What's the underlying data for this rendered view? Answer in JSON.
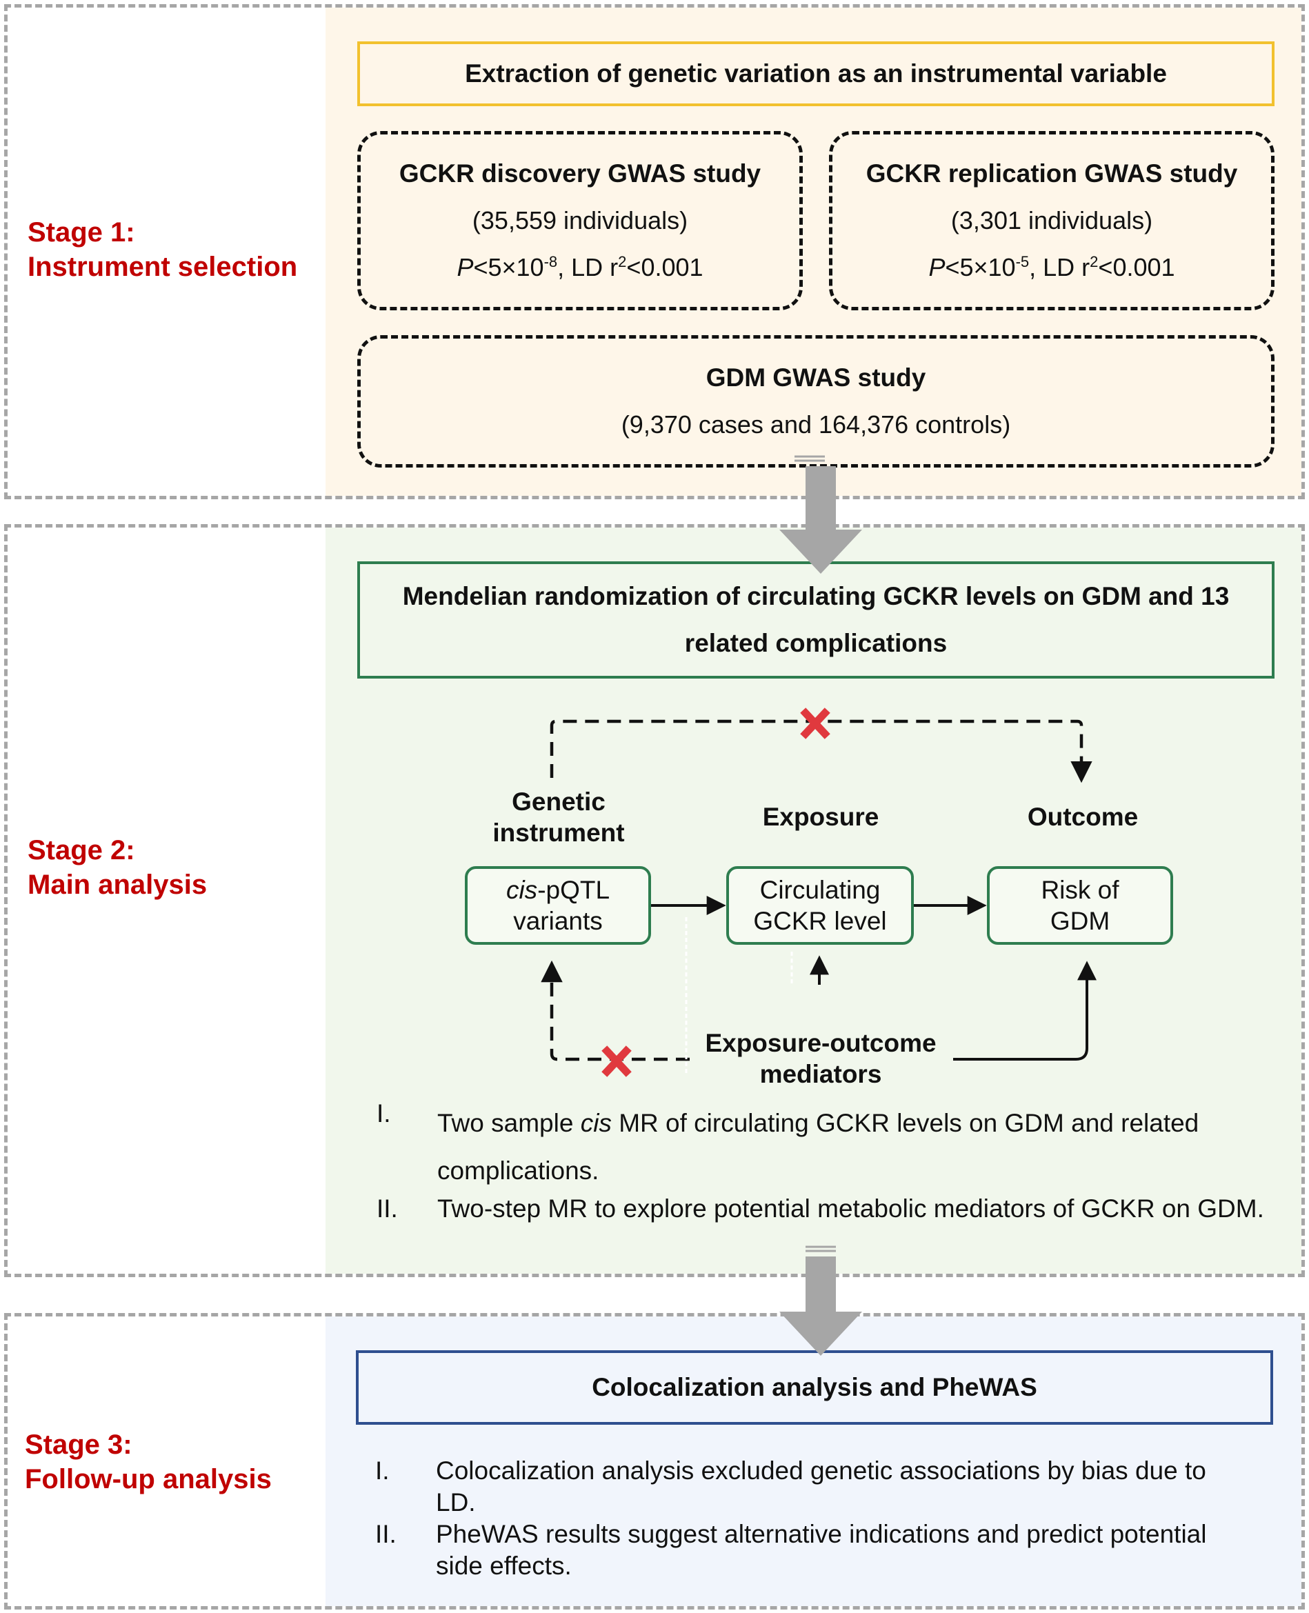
{
  "stages": [
    {
      "label_line1": "Stage 1:",
      "label_line2": "Instrument selection",
      "header": "Extraction of genetic variation as an instrumental variable",
      "boxes": [
        {
          "title": "GCKR discovery GWAS study",
          "line2": "(35,559 individuals)",
          "p_symbol": "P",
          "threshold_a": "<5×10",
          "exp_a": "-8",
          "threshold_b": ", LD r",
          "exp_b": "2",
          "threshold_c": "<0.001"
        },
        {
          "title": "GCKR replication GWAS study",
          "line2": "(3,301 individuals)",
          "p_symbol": "P",
          "threshold_a": "<5×10",
          "exp_a": "-5",
          "threshold_b": ", LD r",
          "exp_b": "2",
          "threshold_c": "<0.001"
        },
        {
          "title": "GDM GWAS study",
          "line2": "(9,370 cases and 164,376 controls)"
        }
      ]
    },
    {
      "label_line1": "Stage 2:",
      "label_line2": "Main analysis",
      "header_line1": "Mendelian randomization of circulating GCKR levels on GDM and 13",
      "header_line2": "related complications",
      "roles": {
        "instrument_line1": "Genetic",
        "instrument_line2": "instrument",
        "exposure": "Exposure",
        "outcome": "Outcome"
      },
      "nodes": {
        "instrument_italic": "cis",
        "instrument_rest": "-pQTL",
        "instrument_line2": "variants",
        "exposure_line1": "Circulating",
        "exposure_line2": "GCKR level",
        "outcome_line1": "Risk of",
        "outcome_line2": "GDM"
      },
      "mediators_line1": "Exposure-outcome",
      "mediators_line2": "mediators",
      "items": [
        {
          "num": "I.",
          "pre": "Two sample ",
          "italic": "cis",
          "post": " MR of circulating GCKR levels on GDM and related",
          "line2": "complications."
        },
        {
          "num": "II.",
          "text": "Two-step MR to explore potential metabolic mediators of GCKR on GDM."
        }
      ]
    },
    {
      "label_line1": "Stage 3:",
      "label_line2": "Follow-up analysis",
      "header": "Colocalization analysis and PheWAS",
      "items": [
        {
          "num": "I.",
          "line1": "Colocalization analysis excluded genetic associations by bias due to",
          "line2": "LD."
        },
        {
          "num": "II.",
          "line1": "PheWAS results suggest alternative indications and predict potential",
          "line2": "side effects."
        }
      ]
    }
  ],
  "colors": {
    "stage_label": "#c00000",
    "stage1_panel": "#fef6e9",
    "stage2_panel": "#f1f7ec",
    "stage3_panel": "#f1f5fc",
    "stage1_border": "#f2c12e",
    "stage2_border": "#2e7d4f",
    "stage3_border": "#2f4f8f",
    "cross_mark": "#e0393e",
    "arrow": "#a6a6a6"
  }
}
